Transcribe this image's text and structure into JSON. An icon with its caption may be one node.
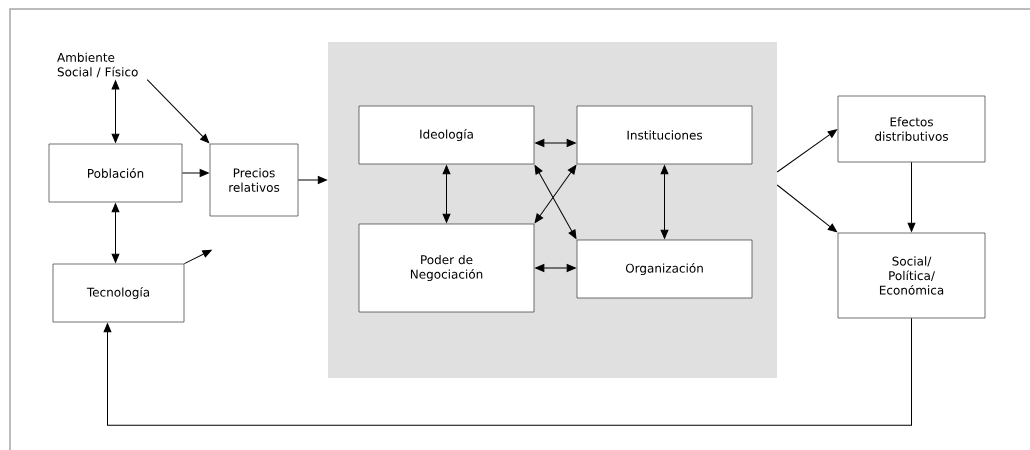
{
  "diagram": {
    "nodes": [
      {
        "text": [
          "Ambiente Social / Físico"
        ]
      },
      {
        "text": [
          "Población"
        ]
      },
      {
        "text": [
          "Precios relativos"
        ]
      },
      {
        "text": [
          "Tecnología"
        ]
      },
      {
        "text": [],
        "shape": "box"
      },
      {
        "text": [
          "Ideología"
        ],
        "in": 4
      },
      {
        "text": [
          "Instituciones"
        ],
        "in": 4
      },
      {
        "text": [
          "Poder de Negociación"
        ],
        "in": 4
      },
      {
        "text": [
          "Organización"
        ],
        "in": 4
      },
      {
        "text": [
          "Efectos distributivos"
        ]
      },
      {
        "text": [
          "Social/ Política/ Económica"
        ]
      }
    ],
    "edges": [
      {
        "from": 0,
        "to": 1,
        "arrow": "both"
      },
      {
        "from": 0,
        "to": 2,
        "arrow": "to"
      },
      {
        "from": 1,
        "to": 2,
        "arrow": "to"
      },
      {
        "from": 1,
        "to": 3,
        "arrow": "both"
      },
      {
        "from": 3,
        "to": null,
        "arrow": "to"
      },
      {
        "from": 2,
        "to": 4,
        "arrow": "to"
      },
      {
        "from": 5,
        "to": 6,
        "arrow": "both"
      },
      {
        "from": 5,
        "to": 7,
        "arrow": "both"
      },
      {
        "from": 5,
        "to": 8,
        "arrow": "both"
      },
      {
        "from": 7,
        "to": 6,
        "arrow": "both"
      },
      {
        "from": 6,
        "to": 8,
        "arrow": "both"
      },
      {
        "from": 7,
        "to": 8,
        "arrow": "both"
      },
      {
        "from": 4,
        "to": 9,
        "arrow": "to"
      },
      {
        "from": 4,
        "to": 10,
        "arrow": "to"
      },
      {
        "from": 9,
        "to": 10,
        "arrow": "to"
      },
      {
        "from": 10,
        "to": 3,
        "arrow": "to"
      }
    ]
  }
}
